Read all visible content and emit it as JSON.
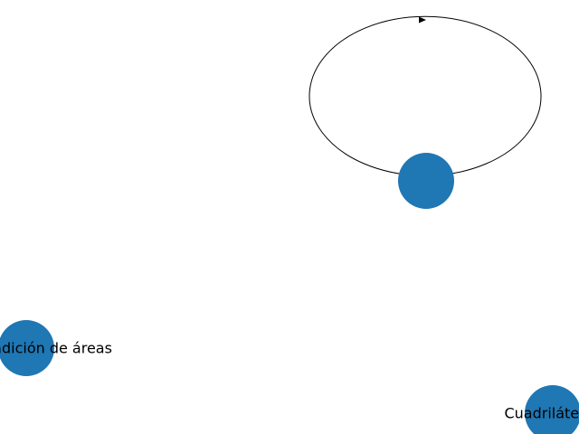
{
  "graph": {
    "node_color": "#1f77b4",
    "edge_color": "#000000",
    "nodes": [
      {
        "id": "n1",
        "label": ""
      },
      {
        "id": "n2",
        "label": "Ley de adición de áreas"
      },
      {
        "id": "n3",
        "label": "Cuadriláteros"
      }
    ],
    "edges": [
      {
        "from": "n1",
        "to": "n1",
        "type": "self-loop",
        "directed": true
      }
    ]
  }
}
